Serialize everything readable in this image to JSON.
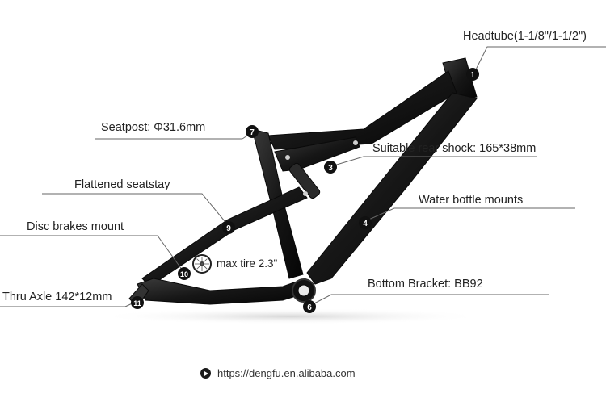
{
  "callouts": [
    {
      "id": "headtube",
      "number": "1",
      "label": "Headtube(1-1/8\"/1-1/2\")"
    },
    {
      "id": "rear-shock",
      "number": "3",
      "label": "Suitable rear shock: 165*38mm"
    },
    {
      "id": "water-bottle",
      "number": "4",
      "label": "Water bottle mounts"
    },
    {
      "id": "bottom-bracket",
      "number": "6",
      "label": "Bottom Bracket: BB92"
    },
    {
      "id": "seatpost",
      "number": "7",
      "label": "Seatpost: Φ31.6mm"
    },
    {
      "id": "seatstay",
      "number": "9",
      "label": "Flattened seatstay"
    },
    {
      "id": "disc-brakes",
      "number": "10",
      "label": "Disc brakes mount"
    },
    {
      "id": "thru-axle",
      "number": "11",
      "label": "Thru Axle 142*12mm"
    }
  ],
  "max_tire_label": "max tire 2.3\"",
  "footer_url": "https://dengfu.en.alibaba.com",
  "icons": [
    "tire-icon",
    "play-icon"
  ]
}
